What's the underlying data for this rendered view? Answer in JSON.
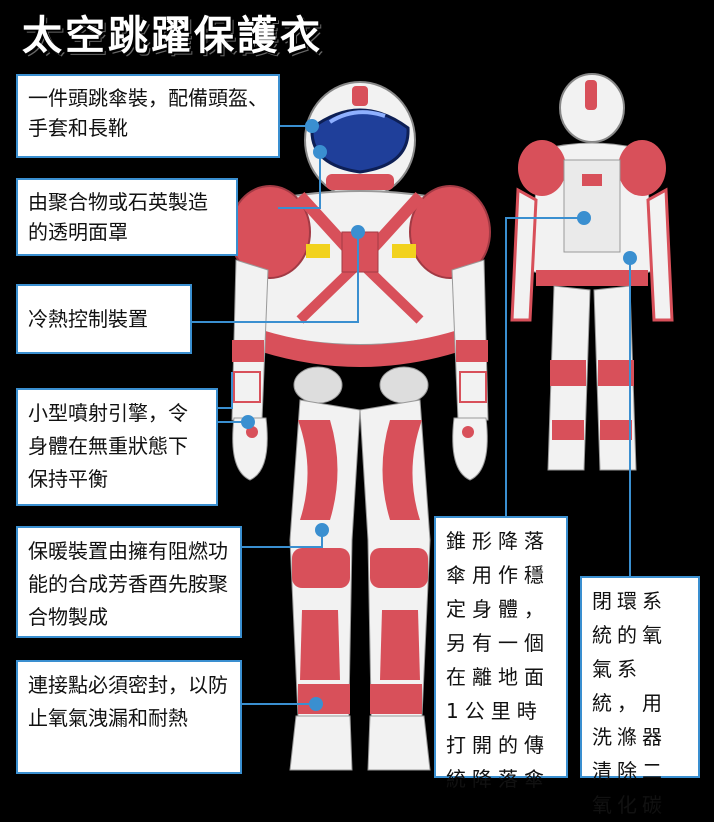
{
  "title": "太空跳躍保護衣",
  "labels": {
    "helmet": "一件頭跳傘裝，配備頭盔、手套和長靴",
    "visor": "由聚合物或石英製造的透明面罩",
    "cooling": "冷熱控制裝置",
    "thruster": "小型噴射引擎，令身體在無重狀態下保持平衡",
    "insulation": "保暖裝置由擁有阻燃功能的合成芳香酉先胺聚合物製成",
    "seal": "連接點必須密封，以防止氧氣洩漏和耐熱",
    "parachute": "錐形降落傘用作穩定身體，另有一個在離地面1公里時打開的傳統降落傘",
    "oxygen": "閉環系統的氧氣系統，用洗滌器清除二氧化碳"
  },
  "colors": {
    "suit_red": "#d8505a",
    "suit_white": "#f2f2f2",
    "visor_blue": "#1f3f9a",
    "leader_blue": "#3a8fd0",
    "accent_yellow": "#f2d21e"
  }
}
